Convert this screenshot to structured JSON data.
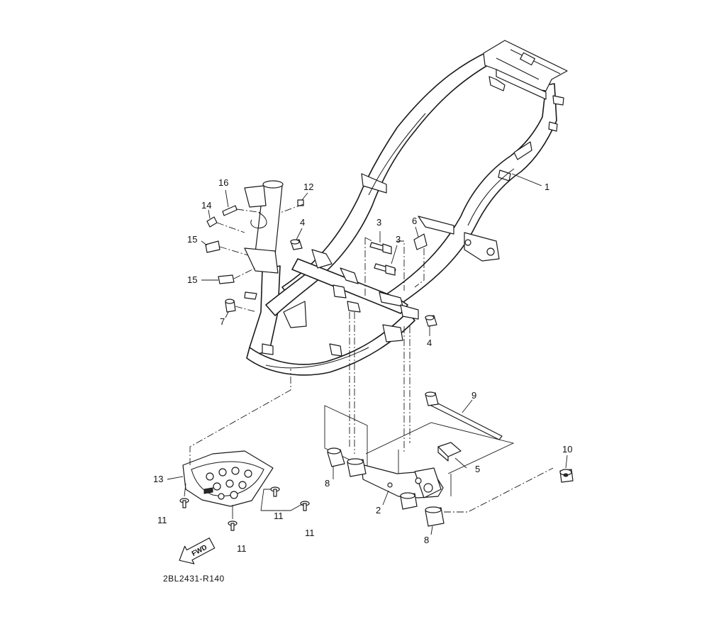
{
  "diagram": {
    "drawing_code": "2BL2431-R140",
    "direction_label": "FWD",
    "callouts": [
      "1",
      "2",
      "3",
      "3",
      "4",
      "4",
      "5",
      "6",
      "7",
      "8",
      "8",
      "9",
      "10",
      "11",
      "11",
      "11",
      "11",
      "12",
      "13",
      "14",
      "15",
      "15",
      "16"
    ]
  }
}
